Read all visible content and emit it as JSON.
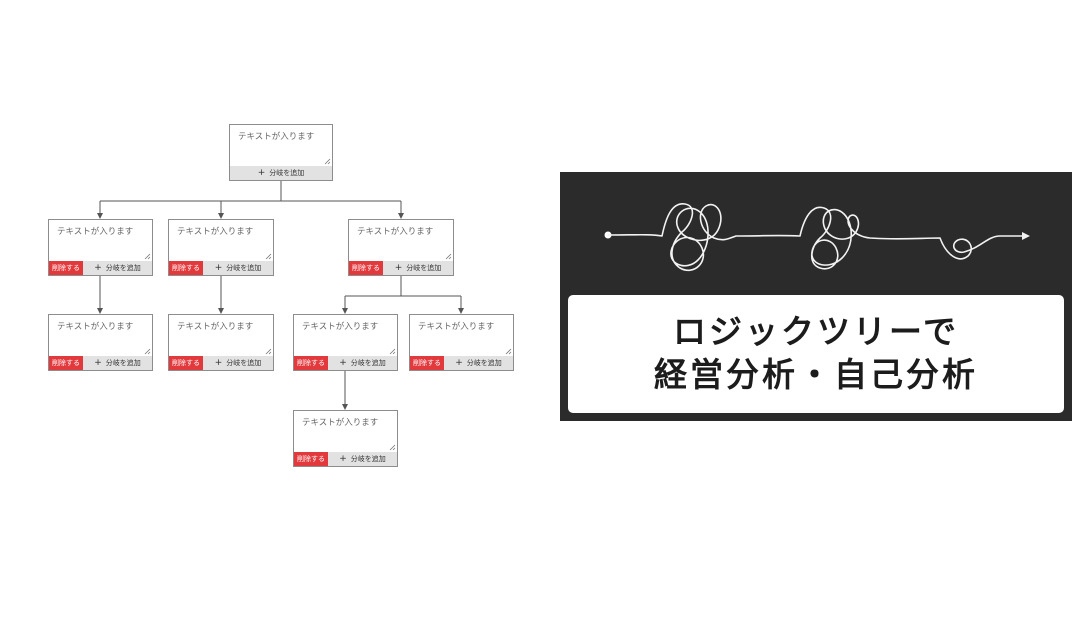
{
  "tree": {
    "nodes": [
      {
        "id": "root",
        "text": "テキストが入ります",
        "add_label": "分岐を追加"
      },
      {
        "id": "n1",
        "text": "テキストが入ります",
        "delete_label": "削除する",
        "add_label": "分岐を追加"
      },
      {
        "id": "n2",
        "text": "テキストが入ります",
        "delete_label": "削除する",
        "add_label": "分岐を追加"
      },
      {
        "id": "n3",
        "text": "テキストが入ります",
        "delete_label": "削除する",
        "add_label": "分岐を追加"
      },
      {
        "id": "n1a",
        "text": "テキストが入ります",
        "delete_label": "削除する",
        "add_label": "分岐を追加"
      },
      {
        "id": "n2a",
        "text": "テキストが入ります",
        "delete_label": "削除する",
        "add_label": "分岐を追加"
      },
      {
        "id": "n3a",
        "text": "テキストが入ります",
        "delete_label": "削除する",
        "add_label": "分岐を追加"
      },
      {
        "id": "n3b",
        "text": "テキストが入ります",
        "delete_label": "削除する",
        "add_label": "分岐を追加"
      },
      {
        "id": "n3a1",
        "text": "テキストが入ります",
        "delete_label": "削除する",
        "add_label": "分岐を追加"
      }
    ]
  },
  "banner": {
    "title_line1": "ロジックツリーで",
    "title_line2": "経営分析・自己分析"
  },
  "colors": {
    "delete": "#e2393d",
    "add": "#e2e2e2",
    "banner_bg": "#2b2b2b"
  }
}
